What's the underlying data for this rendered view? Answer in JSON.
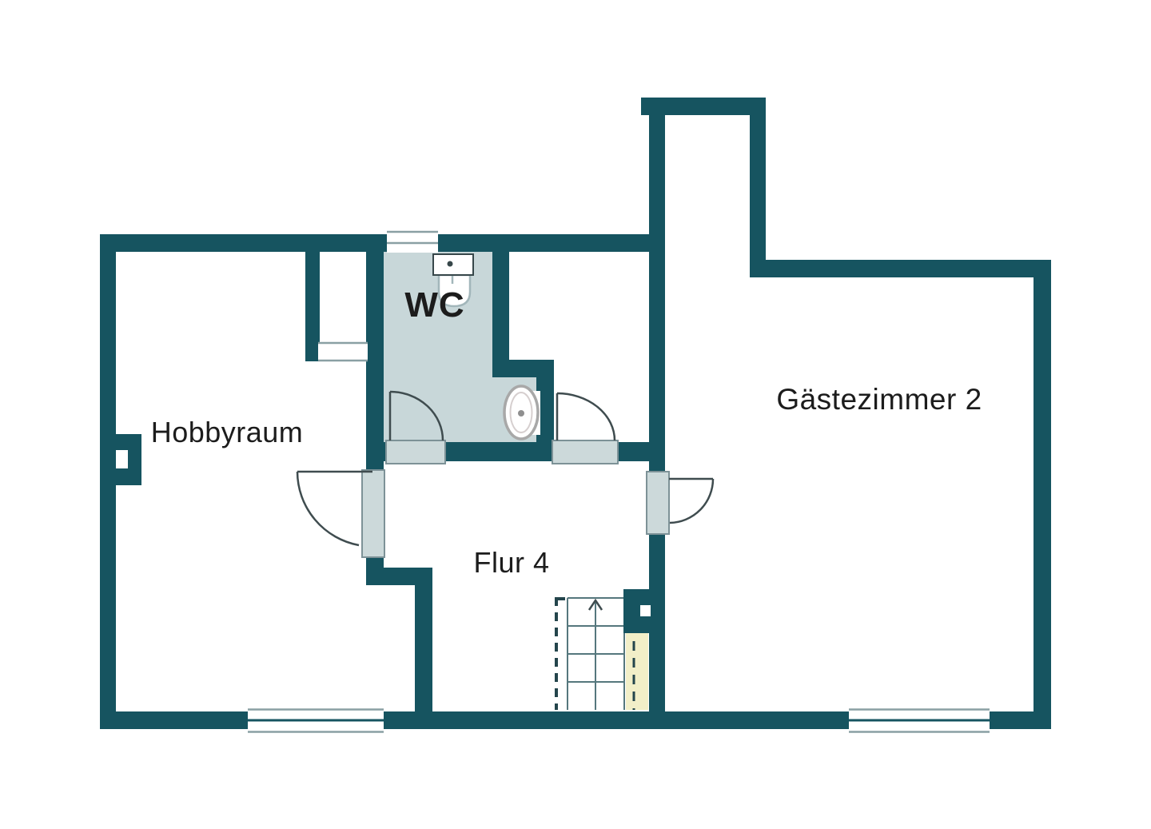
{
  "title": "Floor plan",
  "rooms": [
    {
      "id": "hobbyraum",
      "label": "Hobbyraum"
    },
    {
      "id": "wc",
      "label": "WC"
    },
    {
      "id": "flur",
      "label": "Flur 4"
    },
    {
      "id": "gaestezimmer",
      "label": "Gästezimmer 2"
    }
  ],
  "fixtures": [
    {
      "name": "washbasin",
      "room": "wc"
    },
    {
      "name": "toilet",
      "room": "wc"
    }
  ],
  "features": [
    {
      "name": "stairs",
      "direction": "up"
    },
    {
      "name": "windows",
      "count": 3
    },
    {
      "name": "doors",
      "count": 4
    }
  ],
  "colors": {
    "background": "#ffffff",
    "wall": "#165460",
    "wc_floor": "#c8d7d9",
    "threshold": "#ccd9da",
    "threshold_border": "#7d9297",
    "stair_accent": "#f2efc8",
    "window_line": "#8aa0a4",
    "door_arc": "#3f4c4f",
    "fixture_outline": "#a8a8a8",
    "text": "#1c1c1c"
  }
}
